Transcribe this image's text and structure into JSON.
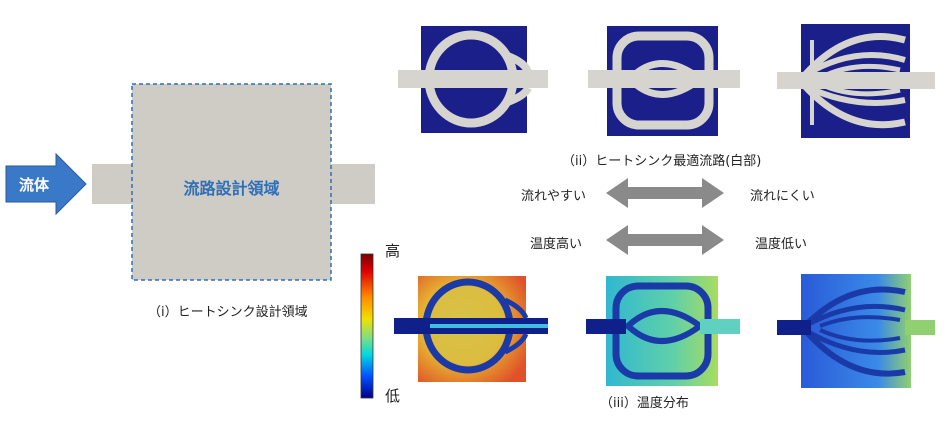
{
  "labels": {
    "fluid": "流体",
    "design_region": "流路設計領域",
    "caption_i": "（i）ヒートシンク設計領域",
    "caption_ii": "（ii）ヒートシンク最適流路(白部)",
    "caption_iii": "（iii）温度分布",
    "flow_easy": "流れやすい",
    "flow_hard": "流れにくい",
    "temp_high": "温度高い",
    "temp_low": "温度低い",
    "colorbar_high": "高",
    "colorbar_low": "低"
  },
  "colors": {
    "fluid_arrow": "#3a78c8",
    "design_gray": "#cfccc6",
    "design_border": "#2f6fb8",
    "design_text": "#2f6fb8",
    "channel_bg": "#1a1f8a",
    "channel_white": "#d6d4ce",
    "double_arrow": "#8a8a8a"
  }
}
